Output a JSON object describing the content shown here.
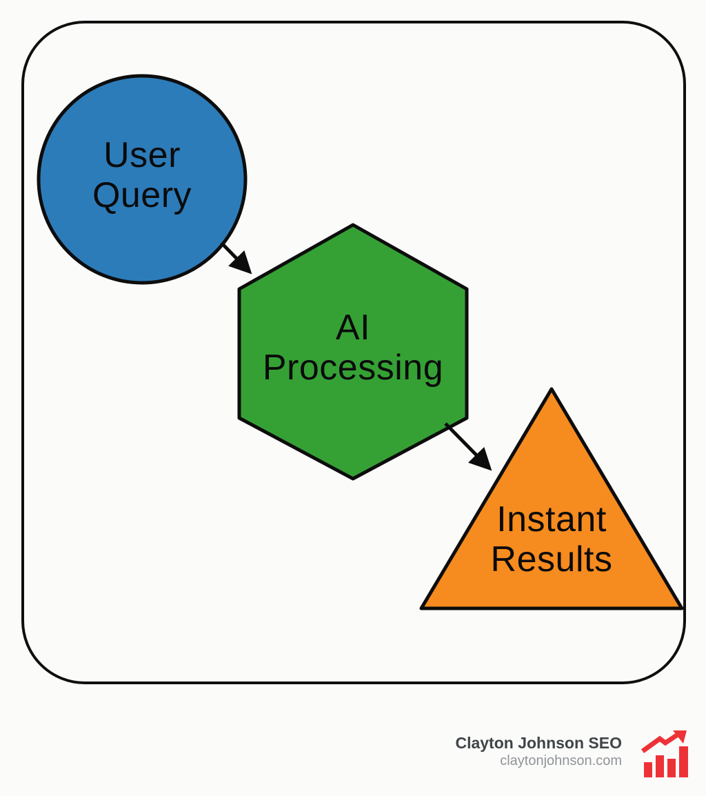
{
  "page": {
    "background_color": "#fbfbfa"
  },
  "diagram": {
    "panel": {
      "border_color": "#0f0f0f"
    },
    "stroke_color": "#0d0d0d",
    "nodes": [
      {
        "id": "user-query",
        "shape": "circle",
        "label": "User Query",
        "fill": "#2d7cba"
      },
      {
        "id": "ai-processing",
        "shape": "hexagon",
        "label": "AI Processing",
        "fill": "#35a135"
      },
      {
        "id": "instant-results",
        "shape": "triangle",
        "label": "Instant Results",
        "fill": "#f68b1f"
      }
    ],
    "edges": [
      {
        "from": "User Query",
        "to": "AI Processing"
      },
      {
        "from": "AI Processing",
        "to": "Instant Results"
      }
    ]
  },
  "footer": {
    "brand": "Clayton Johnson SEO",
    "website": "claytonjohnson.com",
    "icon": "trending-up-bar-chart-icon",
    "icon_color": "#ed3237",
    "brand_color": "#3f4447",
    "website_color": "#8f9497"
  }
}
